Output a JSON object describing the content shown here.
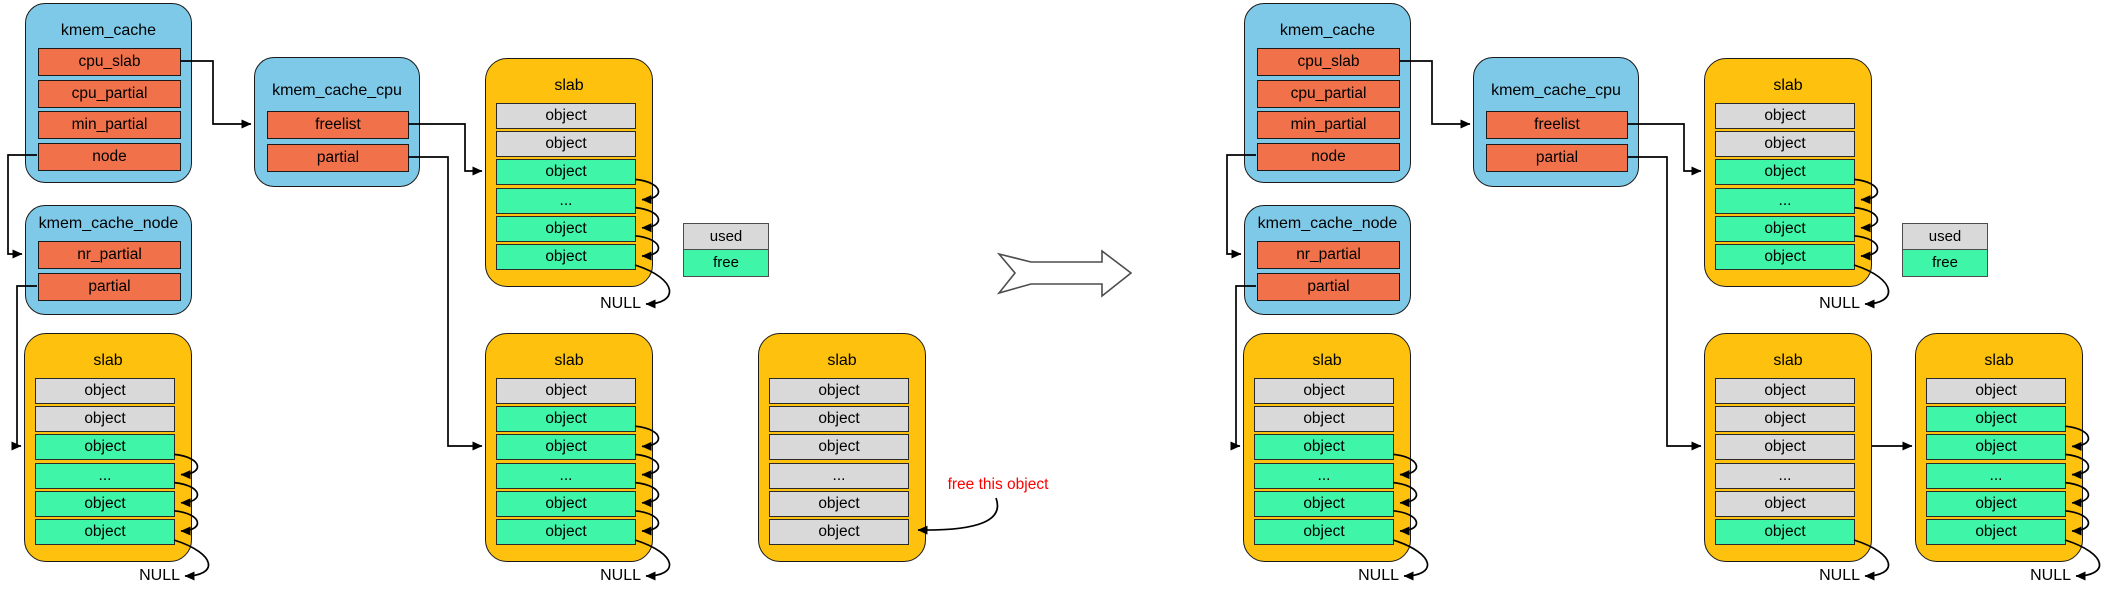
{
  "colors": {
    "struct_fill": "#7ec9e8",
    "field_fill": "#f0714a",
    "slab_fill": "#fec20e",
    "used_fill": "#d9d9d9",
    "free_fill": "#3ef5a8",
    "annotation": "#ff0000",
    "line": "#000000",
    "transition_arrow_stroke": "#4d4d4d"
  },
  "null_label": "NULL",
  "annotation_label": "free this object",
  "legend": {
    "used": "used",
    "free": "free"
  },
  "slab_title": "slab",
  "structs": {
    "kmem_cache": {
      "title": "kmem_cache",
      "fields": [
        "cpu_slab",
        "cpu_partial",
        "min_partial",
        "node"
      ]
    },
    "kmem_cache_cpu": {
      "title": "kmem_cache_cpu",
      "fields": [
        "freelist",
        "partial"
      ]
    },
    "kmem_cache_node": {
      "title": "kmem_cache_node",
      "fields": [
        "nr_partial",
        "partial"
      ]
    }
  },
  "slab_patterns": {
    "two_used": {
      "rows": [
        {
          "label": "object",
          "state": "used"
        },
        {
          "label": "object",
          "state": "used"
        },
        {
          "label": "object",
          "state": "free"
        },
        {
          "label": "...",
          "state": "free"
        },
        {
          "label": "object",
          "state": "free"
        },
        {
          "label": "object",
          "state": "free"
        }
      ]
    },
    "one_used": {
      "rows": [
        {
          "label": "object",
          "state": "used"
        },
        {
          "label": "object",
          "state": "free"
        },
        {
          "label": "object",
          "state": "free"
        },
        {
          "label": "...",
          "state": "free"
        },
        {
          "label": "object",
          "state": "free"
        },
        {
          "label": "object",
          "state": "free"
        }
      ]
    },
    "all_used": {
      "rows": [
        {
          "label": "object",
          "state": "used"
        },
        {
          "label": "object",
          "state": "used"
        },
        {
          "label": "object",
          "state": "used"
        },
        {
          "label": "...",
          "state": "used"
        },
        {
          "label": "object",
          "state": "used"
        },
        {
          "label": "object",
          "state": "used"
        }
      ]
    },
    "one_free": {
      "rows": [
        {
          "label": "object",
          "state": "used"
        },
        {
          "label": "object",
          "state": "used"
        },
        {
          "label": "object",
          "state": "used"
        },
        {
          "label": "...",
          "state": "used"
        },
        {
          "label": "object",
          "state": "used"
        },
        {
          "label": "object",
          "state": "free"
        }
      ]
    }
  }
}
